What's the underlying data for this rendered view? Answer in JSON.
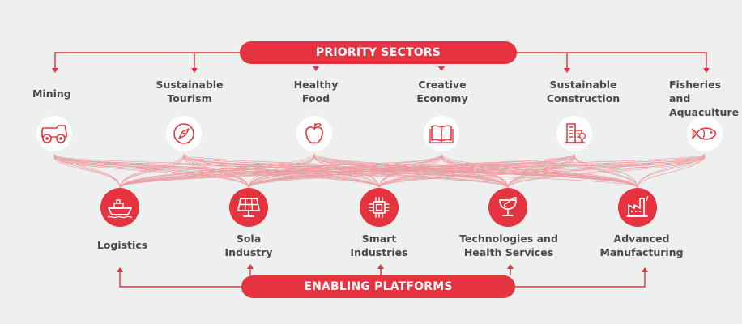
{
  "top_banner": {
    "label": "PRIORITY SECTORS"
  },
  "bottom_banner": {
    "label": "ENABLING PLATFORMS"
  },
  "priority_sectors": [
    {
      "label": "Mining",
      "icon": "mining-truck-icon"
    },
    {
      "label": "Sustainable\nTourism",
      "icon": "compass-icon"
    },
    {
      "label": "Healthy\nFood",
      "icon": "apple-icon"
    },
    {
      "label": "Creative\nEconomy",
      "icon": "book-icon"
    },
    {
      "label": "Sustainable\nConstruction",
      "icon": "buildings-icon"
    },
    {
      "label": "Fisheries and\nAquaculture",
      "icon": "fish-icon"
    }
  ],
  "enabling_platforms": [
    {
      "label": "Logistics",
      "icon": "ship-icon"
    },
    {
      "label": "Sola\nIndustry",
      "icon": "solar-panel-icon"
    },
    {
      "label": "Smart\nIndustries",
      "icon": "chip-icon"
    },
    {
      "label": "Technologies and\nHealth Services",
      "icon": "health-cup-icon"
    },
    {
      "label": "Advanced\nManufacturing",
      "icon": "factory-icon"
    }
  ],
  "colors": {
    "accent": "#e5333f",
    "background": "#eef0ef",
    "text": "#4a4a4a"
  }
}
